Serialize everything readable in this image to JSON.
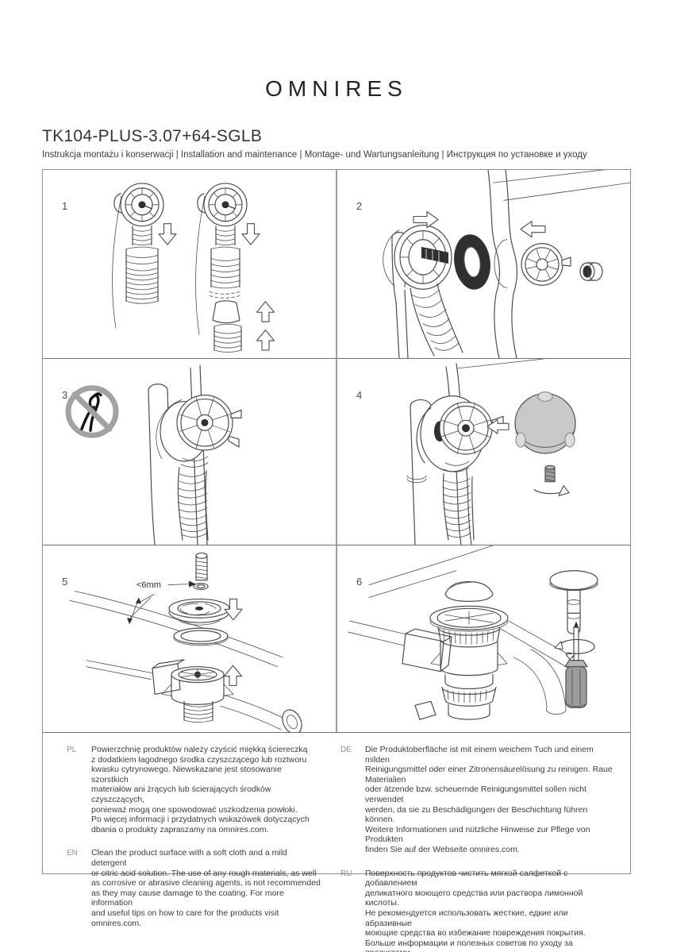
{
  "header": {
    "logo": "OMNIRES",
    "product_code": "TK104-PLUS-3.07+64-SGLB",
    "subtitle": "Instrukcja montażu i konserwacji | Installation and maintenance | Montage- und Wartungsanleitung | Инструкция по установке и уходу"
  },
  "steps": [
    {
      "number": "1",
      "illustration": "overflow-hose-sections"
    },
    {
      "number": "2",
      "illustration": "overflow-exploded-through-wall"
    },
    {
      "number": "3",
      "illustration": "rosette-hand-tighten-no-pliers"
    },
    {
      "number": "4",
      "illustration": "overflow-knob-and-screw"
    },
    {
      "number": "5",
      "illustration": "drain-exploded-view",
      "annotation": "<6mm"
    },
    {
      "number": "6",
      "illustration": "drain-plug-and-screwdriver"
    }
  ],
  "care": {
    "blocks": [
      {
        "lang": "PL",
        "text": "Powierzchnię produktów należy czyścić miękką ściereczką\nz dodatkiem łagodnego środka czyszczącego lub roztworu\nkwasku cytrynowego. Niewskazane jest stosowanie szorstkich\nmateriałów ani żrących lub ścierających środków czyszczących,\nponieważ mogą one spowodować uszkodzenia powłoki.\nPo więcej informacji i przydatnych wskazówek dotyczących\ndbania o produkty zapraszamy na omnires.com."
      },
      {
        "lang": "EN",
        "text": "Clean the product surface with a soft cloth and a mild detergent\nor citric acid solution. The use of any rough materials, as well\nas corrosive or abrasive cleaning agents, is not recommended\nas they may cause damage to the coating. For more information\nand useful tips on how to care for the products visit omnires.com."
      },
      {
        "lang": "DE",
        "text": "Die Produktoberfläche ist mit einem weichem Tuch und einem milden\nReinigungsmittel oder einer Zitronensäurelösung zu reinigen. Raue Materialien\noder ätzende bzw. scheuernde Reinigungsmittel sollen nicht verwendet\nwerden, da sie zu Beschädigungen der Beschichtung führen können.\nWeitere Informationen und nützliche Hinweise zur Pflege von Produkten\nfinden Sie auf der Webseite omnires.com."
      },
      {
        "lang": "RU",
        "text": "Поверхность продуктов чистить мягкой салфеткой с добавлением\nделикатного моющего средства или раствора лимонной кислоты.\nНе рекомендуется использовать жесткие, едкие или абразивные\nмоющие средства во избежание повреждения покрытия.\nБольше информации и полезных советов по уходу за продуктами\nвы найдете на сайте omnires.com."
      }
    ]
  }
}
